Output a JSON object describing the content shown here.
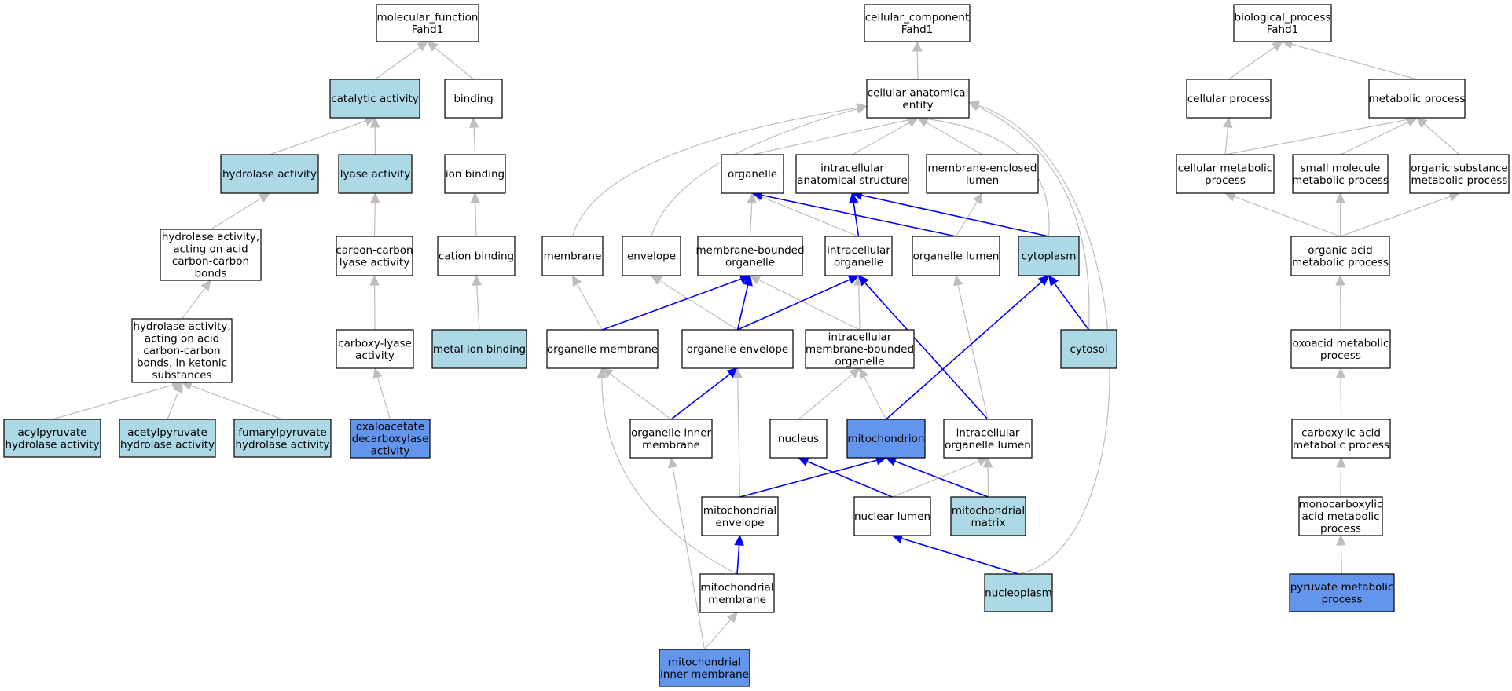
{
  "colors": {
    "plain": "#ffffff",
    "light": "#add8e6",
    "strong": "#6495ed",
    "edge_gray": "#bebebe",
    "edge_blue": "#0000ff"
  },
  "nodes": [
    {
      "id": "mf_root",
      "lines": [
        "molecular_function",
        "Fahd1"
      ],
      "style": "plain"
    },
    {
      "id": "catalytic",
      "lines": [
        "catalytic activity"
      ],
      "style": "light"
    },
    {
      "id": "binding",
      "lines": [
        "binding"
      ],
      "style": "plain"
    },
    {
      "id": "hydrolase",
      "lines": [
        "hydrolase activity"
      ],
      "style": "light"
    },
    {
      "id": "lyase",
      "lines": [
        "lyase activity"
      ],
      "style": "light"
    },
    {
      "id": "ion_binding",
      "lines": [
        "ion binding"
      ],
      "style": "plain"
    },
    {
      "id": "hydro_cc",
      "lines": [
        "hydrolase activity,",
        "acting on acid",
        "carbon-carbon",
        "bonds"
      ],
      "style": "plain"
    },
    {
      "id": "cc_lyase",
      "lines": [
        "carbon-carbon",
        "lyase activity"
      ],
      "style": "plain"
    },
    {
      "id": "cation",
      "lines": [
        "cation binding"
      ],
      "style": "plain"
    },
    {
      "id": "hydro_ket",
      "lines": [
        "hydrolase activity,",
        "acting on acid",
        "carbon-carbon",
        "bonds, in ketonic",
        "substances"
      ],
      "style": "plain"
    },
    {
      "id": "carboxy_lyase",
      "lines": [
        "carboxy-lyase",
        "activity"
      ],
      "style": "plain"
    },
    {
      "id": "metal_ion",
      "lines": [
        "metal ion binding"
      ],
      "style": "light"
    },
    {
      "id": "acylpyr",
      "lines": [
        "acylpyruvate",
        "hydrolase activity"
      ],
      "style": "light"
    },
    {
      "id": "acetylpyr",
      "lines": [
        "acetylpyruvate",
        "hydrolase activity"
      ],
      "style": "light"
    },
    {
      "id": "fumarylpyr",
      "lines": [
        "fumarylpyruvate",
        "hydrolase activity"
      ],
      "style": "light"
    },
    {
      "id": "oxaloacetate",
      "lines": [
        "oxaloacetate",
        "decarboxylase",
        "activity"
      ],
      "style": "strong"
    },
    {
      "id": "cc_root",
      "lines": [
        "cellular_component",
        "Fahd1"
      ],
      "style": "plain"
    },
    {
      "id": "cae",
      "lines": [
        "cellular anatomical",
        "entity"
      ],
      "style": "plain"
    },
    {
      "id": "organelle",
      "lines": [
        "organelle"
      ],
      "style": "plain"
    },
    {
      "id": "ias",
      "lines": [
        "intracellular",
        "anatomical structure"
      ],
      "style": "plain"
    },
    {
      "id": "mel",
      "lines": [
        "membrane-enclosed",
        "lumen"
      ],
      "style": "plain"
    },
    {
      "id": "membrane",
      "lines": [
        "membrane"
      ],
      "style": "plain"
    },
    {
      "id": "envelope",
      "lines": [
        "envelope"
      ],
      "style": "plain"
    },
    {
      "id": "mbo",
      "lines": [
        "membrane-bounded",
        "organelle"
      ],
      "style": "plain"
    },
    {
      "id": "io",
      "lines": [
        "intracellular",
        "organelle"
      ],
      "style": "plain"
    },
    {
      "id": "org_lumen",
      "lines": [
        "organelle lumen"
      ],
      "style": "plain"
    },
    {
      "id": "cytoplasm",
      "lines": [
        "cytoplasm"
      ],
      "style": "light"
    },
    {
      "id": "org_mem",
      "lines": [
        "organelle membrane"
      ],
      "style": "plain"
    },
    {
      "id": "org_env",
      "lines": [
        "organelle envelope"
      ],
      "style": "plain"
    },
    {
      "id": "imbo",
      "lines": [
        "intracellular",
        "membrane-bounded",
        "organelle"
      ],
      "style": "plain"
    },
    {
      "id": "cytosol",
      "lines": [
        "cytosol"
      ],
      "style": "light"
    },
    {
      "id": "oim",
      "lines": [
        "organelle inner",
        "membrane"
      ],
      "style": "plain"
    },
    {
      "id": "nucleus",
      "lines": [
        "nucleus"
      ],
      "style": "plain"
    },
    {
      "id": "mito",
      "lines": [
        "mitochondrion"
      ],
      "style": "strong"
    },
    {
      "id": "iol",
      "lines": [
        "intracellular",
        "organelle lumen"
      ],
      "style": "plain"
    },
    {
      "id": "mito_env",
      "lines": [
        "mitochondrial",
        "envelope"
      ],
      "style": "plain"
    },
    {
      "id": "nuc_lumen",
      "lines": [
        "nuclear lumen"
      ],
      "style": "plain"
    },
    {
      "id": "mito_matrix",
      "lines": [
        "mitochondrial",
        "matrix"
      ],
      "style": "light"
    },
    {
      "id": "mito_mem",
      "lines": [
        "mitochondrial",
        "membrane"
      ],
      "style": "plain"
    },
    {
      "id": "nucleoplasm",
      "lines": [
        "nucleoplasm"
      ],
      "style": "light"
    },
    {
      "id": "mim",
      "lines": [
        "mitochondrial",
        "inner membrane"
      ],
      "style": "strong"
    },
    {
      "id": "bp_root",
      "lines": [
        "biological_process",
        "Fahd1"
      ],
      "style": "plain"
    },
    {
      "id": "cell_proc",
      "lines": [
        "cellular process"
      ],
      "style": "plain"
    },
    {
      "id": "met_proc",
      "lines": [
        "metabolic process"
      ],
      "style": "plain"
    },
    {
      "id": "cmp",
      "lines": [
        "cellular metabolic",
        "process"
      ],
      "style": "plain"
    },
    {
      "id": "smmp",
      "lines": [
        "small molecule",
        "metabolic process"
      ],
      "style": "plain"
    },
    {
      "id": "osmp",
      "lines": [
        "organic substance",
        "metabolic process"
      ],
      "style": "plain"
    },
    {
      "id": "oamp",
      "lines": [
        "organic acid",
        "metabolic process"
      ],
      "style": "plain"
    },
    {
      "id": "oxo",
      "lines": [
        "oxoacid metabolic",
        "process"
      ],
      "style": "plain"
    },
    {
      "id": "carbox",
      "lines": [
        "carboxylic acid",
        "metabolic process"
      ],
      "style": "plain"
    },
    {
      "id": "mono",
      "lines": [
        "monocarboxylic",
        "acid metabolic",
        "process"
      ],
      "style": "plain"
    },
    {
      "id": "pyr",
      "lines": [
        "pyruvate metabolic",
        "process"
      ],
      "style": "strong"
    }
  ]
}
